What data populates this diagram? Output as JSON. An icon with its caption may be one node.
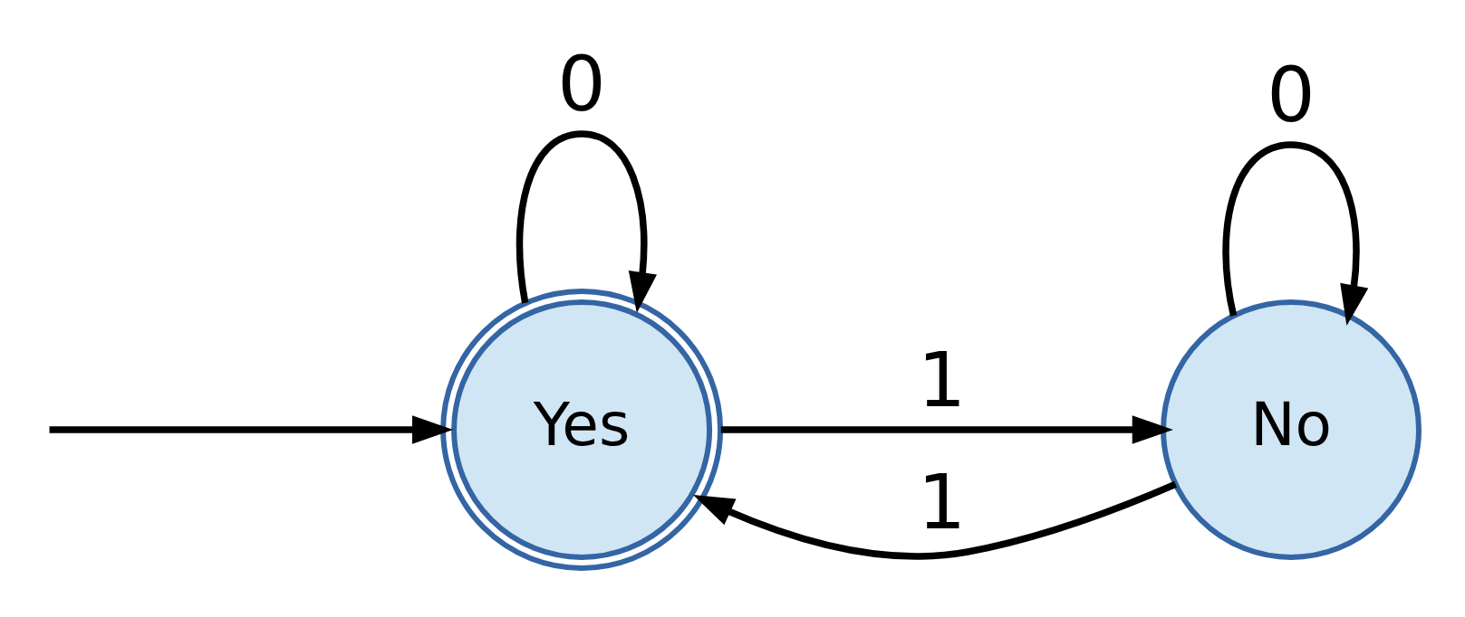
{
  "diagram": {
    "nodes": [
      {
        "text": [
          "Yes"
        ]
      },
      {
        "text": [
          "No"
        ]
      }
    ],
    "edges": [
      {
        "from": null,
        "to": 0,
        "arrow": "to"
      },
      {
        "from": 0,
        "to": 0,
        "arrow": "to",
        "label": "0"
      },
      {
        "from": 0,
        "to": 1,
        "arrow": "to",
        "label": "1"
      },
      {
        "from": 1,
        "to": 1,
        "arrow": "to",
        "label": "0"
      },
      {
        "from": 1,
        "to": 0,
        "arrow": "to",
        "label": "1"
      }
    ]
  }
}
